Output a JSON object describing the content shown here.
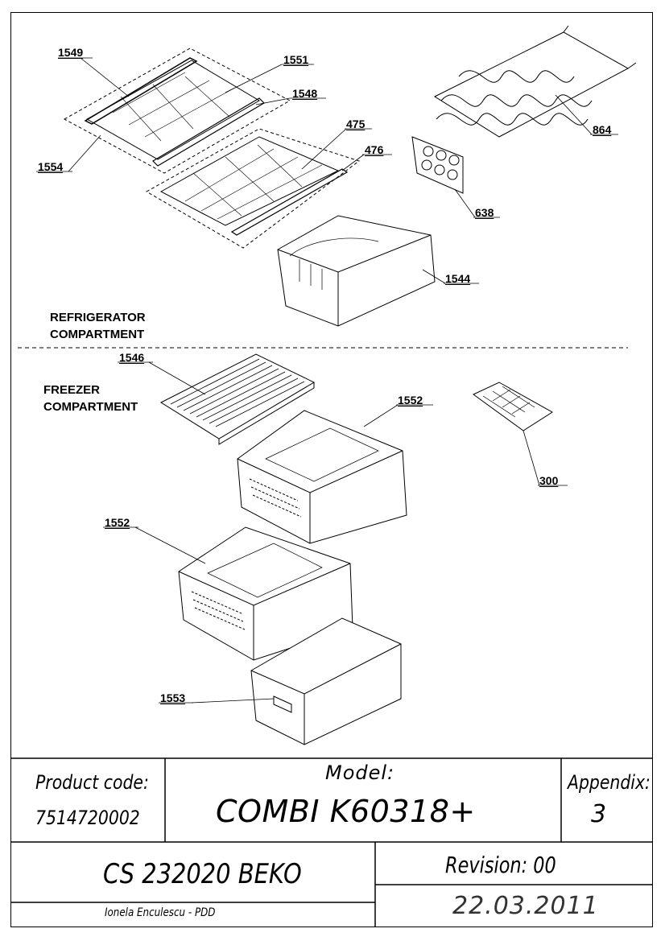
{
  "diagram": {
    "labels": {
      "p1549": "1549",
      "p1551": "1551",
      "p1548": "1548",
      "p475": "475",
      "p476": "476",
      "p1554": "1554",
      "p864": "864",
      "p638": "638",
      "p1544": "1544",
      "p1546": "1546",
      "p1552a": "1552",
      "p300": "300",
      "p1552b": "1552",
      "p1553": "1553"
    },
    "sections": {
      "refrigerator_line1": "REFRIGERATOR",
      "refrigerator_line2": "COMPARTMENT",
      "freezer_line1": "FREEZER",
      "freezer_line2": "COMPARTMENT"
    }
  },
  "title_block": {
    "product_code_label": "Product code:",
    "product_code_value": "7514720002",
    "model_label": "Model:",
    "model_value": "COMBI K60318+",
    "appendix_label": "Appendix:",
    "appendix_value": "3",
    "cs_code": "CS 232020 BEKO",
    "revision": "Revision: 00",
    "author": "Ionela Enculescu - PDD",
    "date": "22.03.2011"
  }
}
